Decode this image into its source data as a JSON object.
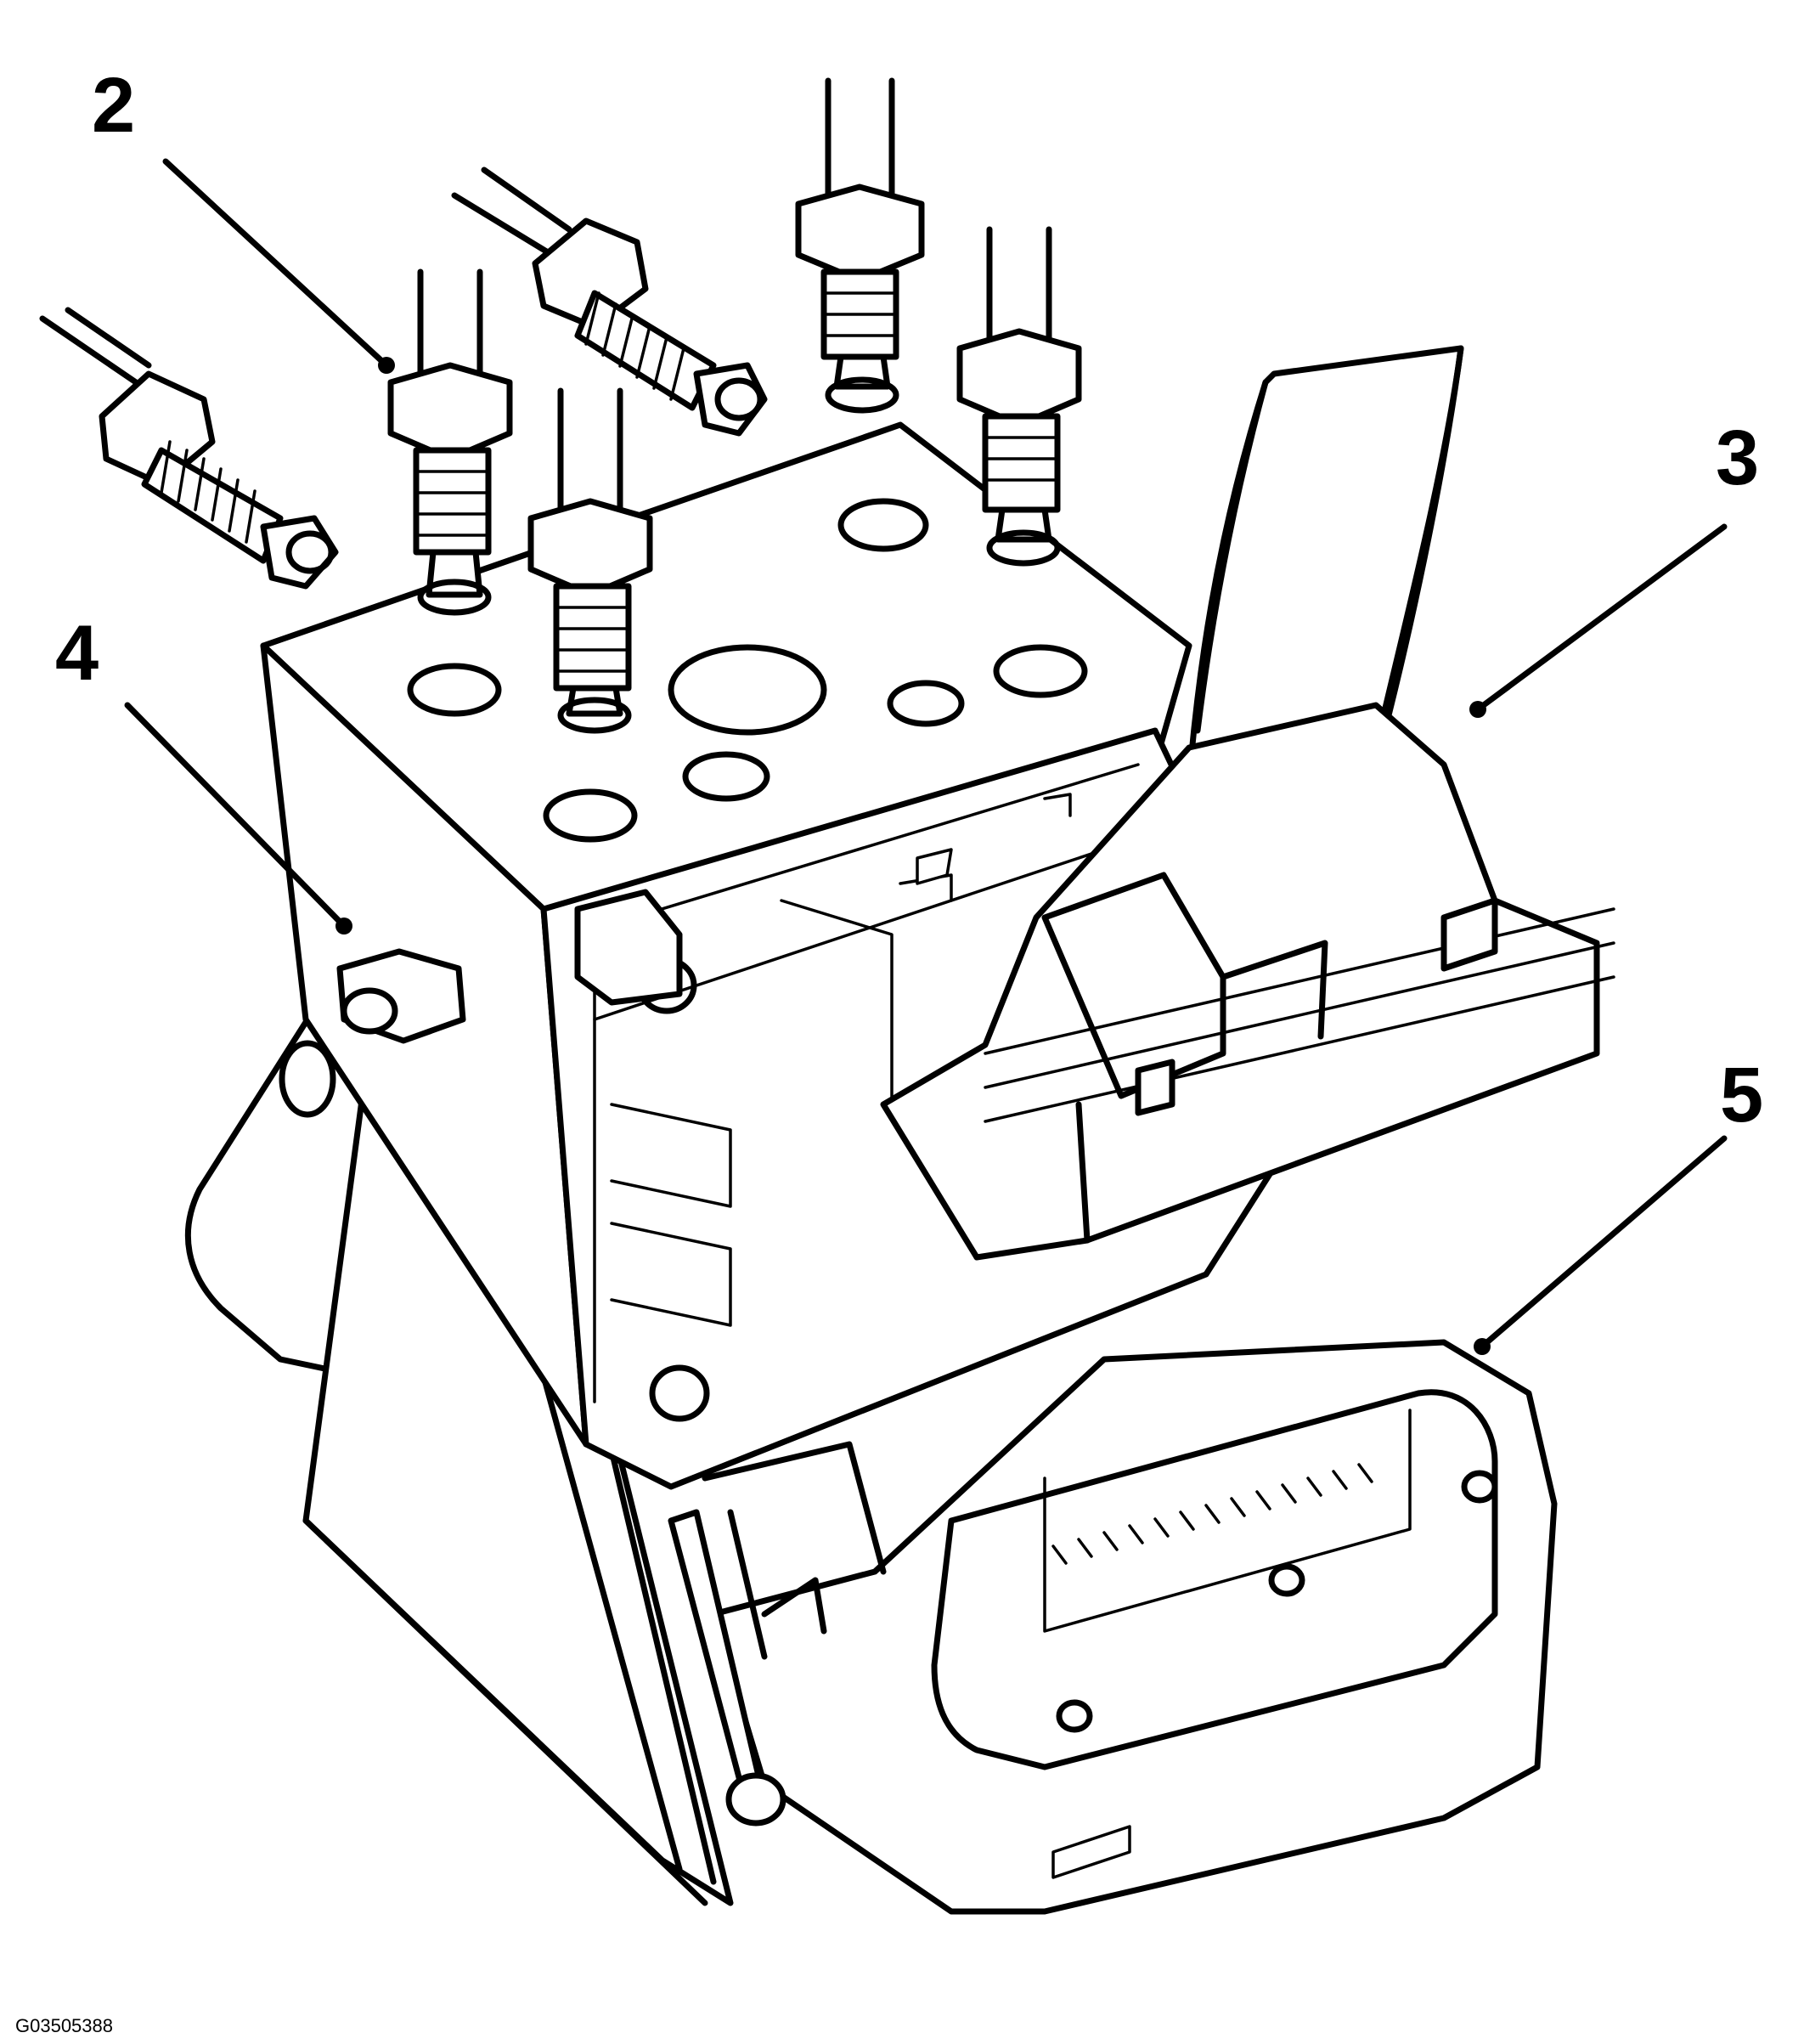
{
  "callouts": [
    {
      "id": "2",
      "text": "2"
    },
    {
      "id": "3",
      "text": "3"
    },
    {
      "id": "4",
      "text": "4"
    },
    {
      "id": "5",
      "text": "5"
    }
  ],
  "figure_code": "G03505388",
  "colors": {
    "line": "#000000",
    "background": "#ffffff"
  }
}
